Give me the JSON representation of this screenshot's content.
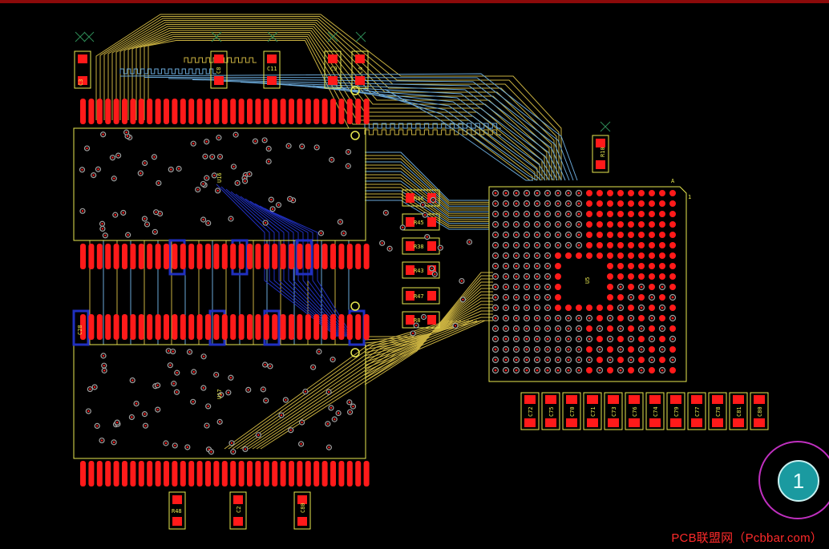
{
  "board": {
    "caps_top": [
      "C3",
      "C8",
      "C11",
      "C9",
      "C4"
    ],
    "resistor_top_right": "R10",
    "ic_upper": "U16",
    "ic_lower": "U17",
    "ic_bga": "U5",
    "bga_corner_a": "A",
    "bga_corner_1": "1",
    "series_resistors": [
      "R46",
      "R45",
      "R38",
      "R43",
      "R47",
      "R8"
    ],
    "lower_left_label": "C28",
    "caps_bottom_row": [
      "C72",
      "C75",
      "C70",
      "C71",
      "C73",
      "C76",
      "C74",
      "C79",
      "C77",
      "C78",
      "C81",
      "C80"
    ],
    "bottom_parts": [
      "R48",
      "C2",
      "C80"
    ]
  },
  "badge": {
    "label": "1"
  },
  "watermark": {
    "text": "PCB联盟网（Pcbbar.com）"
  },
  "colors": {
    "background": "#000000",
    "copper_pad": "#ff1a1a",
    "silkscreen": "#e8e850",
    "trace_yellow": "#c8b040",
    "trace_blue": "#6aa8d8",
    "trace_dark_blue": "#2030c0",
    "via_ring": "#a0a0a0",
    "keepout": "#c030c0"
  }
}
